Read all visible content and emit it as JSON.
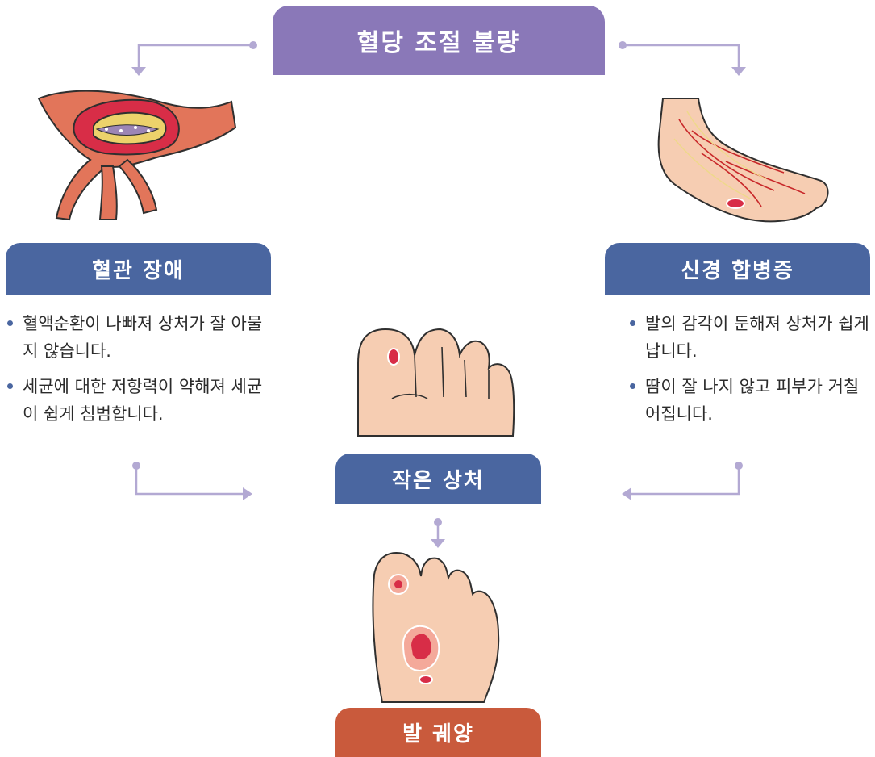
{
  "title": "혈당 조절 불량",
  "vascular": {
    "title": "혈관 장애",
    "bullets": [
      "혈액순환이 나빠져 상처가 잘 아물지 않습니다.",
      "세균에 대한 저항력이 약해져 세균이 쉽게 침범합니다."
    ]
  },
  "neuro": {
    "title": "신경 합병증",
    "bullets": [
      "발의 감각이 둔해져 상처가 쉽게 납니다.",
      "땀이 잘 나지 않고 피부가 거칠어집니다."
    ]
  },
  "wound": {
    "title": "작은 상처"
  },
  "ulcer": {
    "title": "발 궤양"
  },
  "colors": {
    "title_box": "#8a78b8",
    "blue_box": "#4a66a0",
    "ulcer_box": "#c95a3c",
    "arrow": "#b3a9d3",
    "skin": "#f6cdb2"
  }
}
